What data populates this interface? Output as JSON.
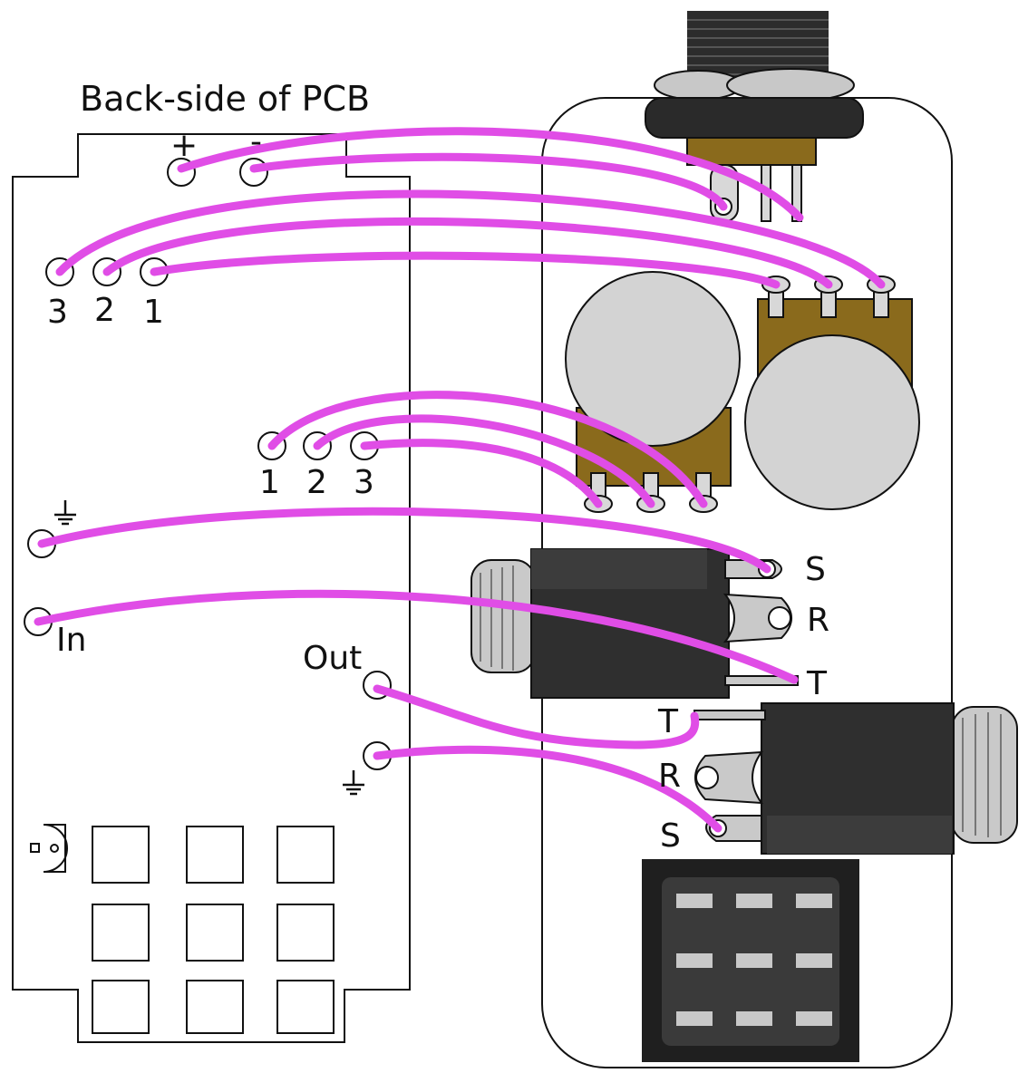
{
  "title": "Back-side of PCB",
  "pcb_labels": {
    "power_plus": "+",
    "power_minus": "-",
    "pot_a_3": "3",
    "pot_a_2": "2",
    "pot_a_1": "1",
    "pot_b_1": "1",
    "pot_b_2": "2",
    "pot_b_3": "3",
    "input": "In",
    "output": "Out"
  },
  "jack_labels": {
    "in_sleeve": "S",
    "in_ring": "R",
    "in_tip": "T",
    "out_tip": "T",
    "out_ring": "R",
    "out_sleeve": "S"
  },
  "colors": {
    "wire": "#e04de6",
    "pot_body": "#8a6a1c",
    "pot_knob": "#d3d3d3",
    "jack_body": "#2f2f2f",
    "jack_metal": "#c9c9c9",
    "footswitch": "#1f1f1f"
  },
  "icons": [
    "ground-symbol-icon",
    "ground-symbol-icon"
  ]
}
